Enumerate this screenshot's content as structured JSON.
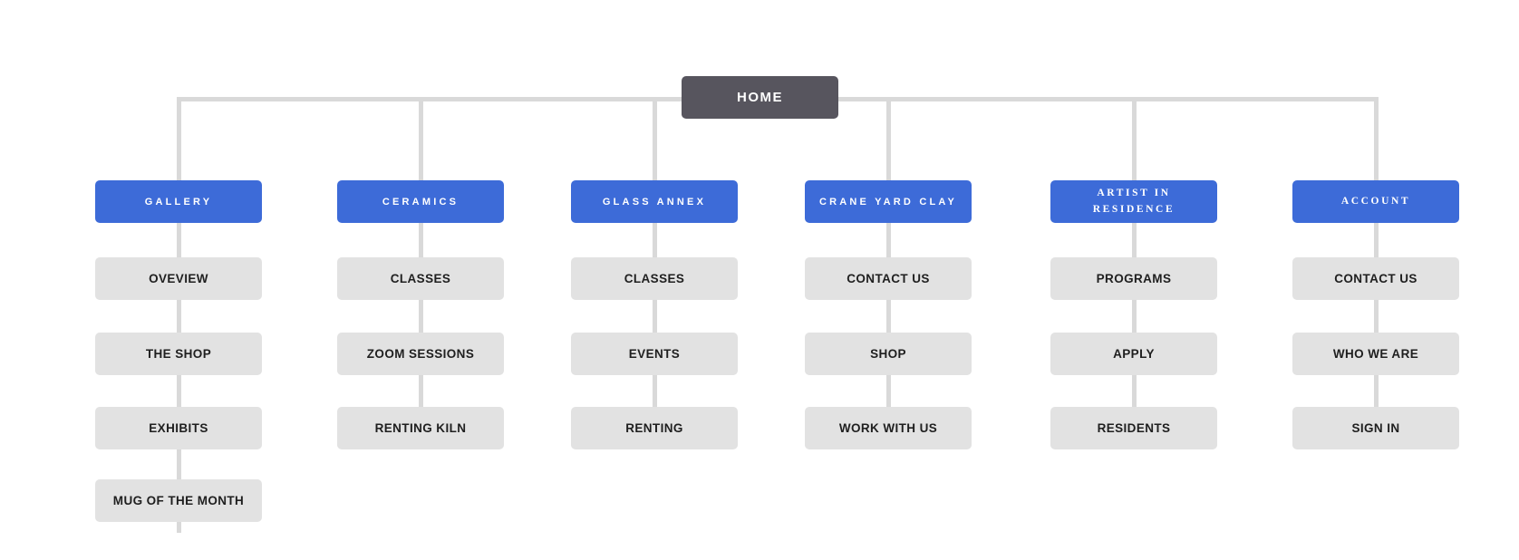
{
  "colors": {
    "root_bg": "#57555e",
    "category_bg": "#3d6bd8",
    "leaf_bg": "#e2e2e2",
    "connector": "#d9d9d9",
    "root_text": "#ffffff",
    "leaf_text": "#1f1f1f"
  },
  "root": {
    "label": "HOME"
  },
  "columns": [
    {
      "label": "GALLERY",
      "children": [
        "OVEVIEW",
        "THE SHOP",
        "EXHIBITS",
        "MUG OF THE MONTH"
      ]
    },
    {
      "label": "CERAMICS",
      "children": [
        "CLASSES",
        "ZOOM SESSIONS",
        "RENTING KILN"
      ]
    },
    {
      "label": "GLASS ANNEX",
      "children": [
        "CLASSES",
        "EVENTS",
        "RENTING"
      ]
    },
    {
      "label": "CRANE YARD CLAY",
      "children": [
        "CONTACT US",
        "SHOP",
        "WORK WITH US"
      ]
    },
    {
      "label": "ARTIST IN RESIDENCE",
      "children": [
        "PROGRAMS",
        "APPLY",
        "RESIDENTS"
      ]
    },
    {
      "label": "ACCOUNT",
      "children": [
        "CONTACT US",
        "WHO WE ARE",
        "SIGN IN"
      ]
    }
  ]
}
